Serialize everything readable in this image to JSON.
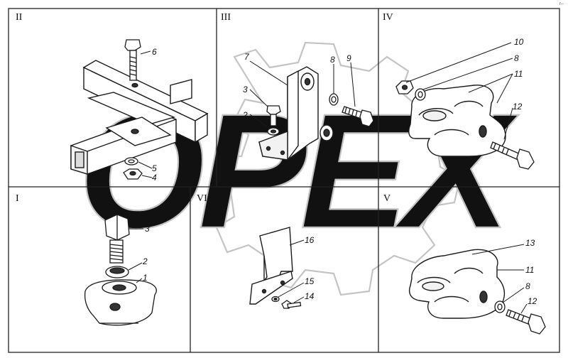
{
  "corner_mark": "r--",
  "watermark": {
    "text": "OPEX",
    "kind": "logo"
  },
  "colors": {
    "line": "#1a1a1a",
    "frame": "#222222",
    "watermark": "#bdbdbd",
    "background": "#ffffff"
  },
  "panels": [
    {
      "id": "II",
      "roman": "II",
      "parts": [
        "6",
        "5",
        "4"
      ]
    },
    {
      "id": "III",
      "roman": "III",
      "parts": [
        "7",
        "3",
        "2",
        "8",
        "9"
      ]
    },
    {
      "id": "IV",
      "roman": "IV",
      "parts": [
        "10",
        "8",
        "11",
        "12"
      ]
    },
    {
      "id": "I",
      "roman": "I",
      "parts": [
        "3",
        "2",
        "1"
      ]
    },
    {
      "id": "VI",
      "roman": "VI",
      "parts": [
        "16",
        "15",
        "14"
      ]
    },
    {
      "id": "V",
      "roman": "V",
      "parts": [
        "13",
        "11",
        "8",
        "12"
      ]
    }
  ]
}
